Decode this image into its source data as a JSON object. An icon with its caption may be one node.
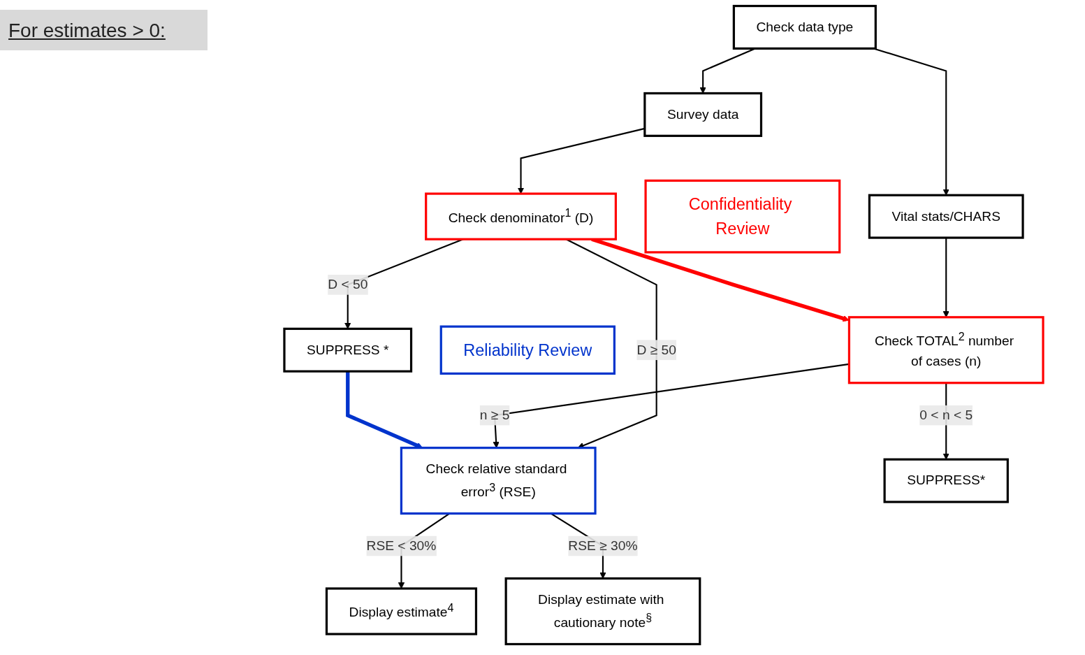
{
  "diagram": {
    "title": "For estimates > 0:",
    "nodes": [
      {
        "text": [
          "Check data type"
        ]
      },
      {
        "text": [
          "Survey data"
        ]
      },
      {
        "text": [
          "Vital stats/CHARS"
        ]
      },
      {
        "text": [
          "Confidentiality Review"
        ]
      },
      {
        "text": [
          "Check denominator$^{1}$ (D)"
        ]
      },
      {
        "text": [
          "Check TOTAL$^{2}$ number of cases (n)"
        ]
      },
      {
        "text": [
          "Reliability Review"
        ]
      },
      {
        "text": [
          "SUPPRESS *"
        ]
      },
      {
        "text": [
          "Check relative standard error$^{3}$ (RSE)"
        ]
      },
      {
        "text": [
          "SUPPRESS*"
        ]
      },
      {
        "text": [
          "Display estimate$^{4}$"
        ]
      },
      {
        "text": [
          "Display estimate with cautionary note$^{§}$"
        ]
      }
    ],
    "edges": [
      {
        "from": 0,
        "to": 1,
        "arrow": "to"
      },
      {
        "from": 0,
        "to": 2,
        "arrow": "to"
      },
      {
        "from": 1,
        "to": 4,
        "arrow": "to"
      },
      {
        "from": 2,
        "to": 5,
        "arrow": "to"
      },
      {
        "from": 4,
        "to": 5,
        "arrow": "to",
        "style": "thick",
        "color": "#ff0000"
      },
      {
        "from": 4,
        "to": 7,
        "arrow": "to",
        "label": "D < 50"
      },
      {
        "from": 4,
        "to": 8,
        "arrow": "to",
        "label": "D ≥ 50"
      },
      {
        "from": 5,
        "to": 8,
        "arrow": "to",
        "label": "n ≥ 5"
      },
      {
        "from": 5,
        "to": 9,
        "arrow": "to",
        "label": "0 < n < 5"
      },
      {
        "from": 7,
        "to": 8,
        "arrow": "to",
        "style": "thick",
        "color": "#0033cc"
      },
      {
        "from": 8,
        "to": 10,
        "arrow": "to",
        "label": "RSE < 30%"
      },
      {
        "from": 8,
        "to": 11,
        "arrow": "to",
        "label": "RSE ≥ 30%"
      }
    ]
  }
}
